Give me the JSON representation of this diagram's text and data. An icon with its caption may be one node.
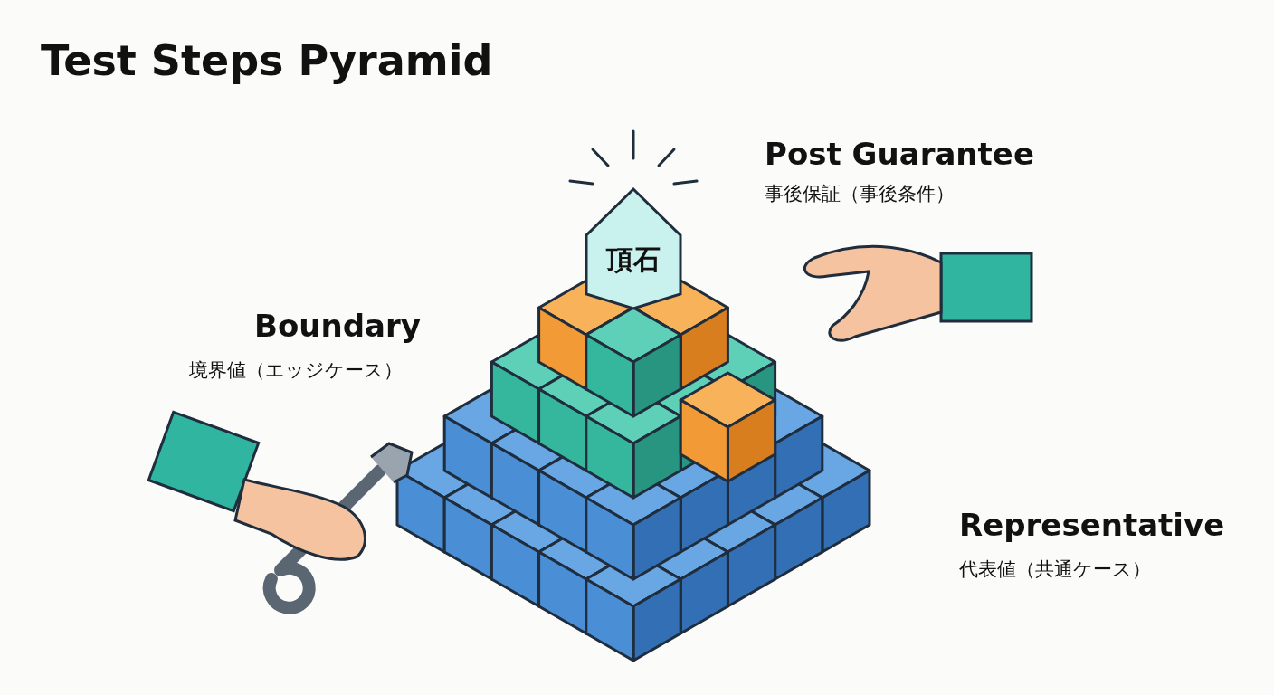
{
  "diagram": {
    "title": "Test Steps Pyramid",
    "nodes": [
      {
        "text": [
          "頂石"
        ]
      }
    ],
    "labels": [
      "Post Guarantee",
      "事後保証（事後条件）",
      "Boundary",
      "境界値（エッジケース）",
      "Representative",
      "代表値（共通ケース）"
    ]
  }
}
